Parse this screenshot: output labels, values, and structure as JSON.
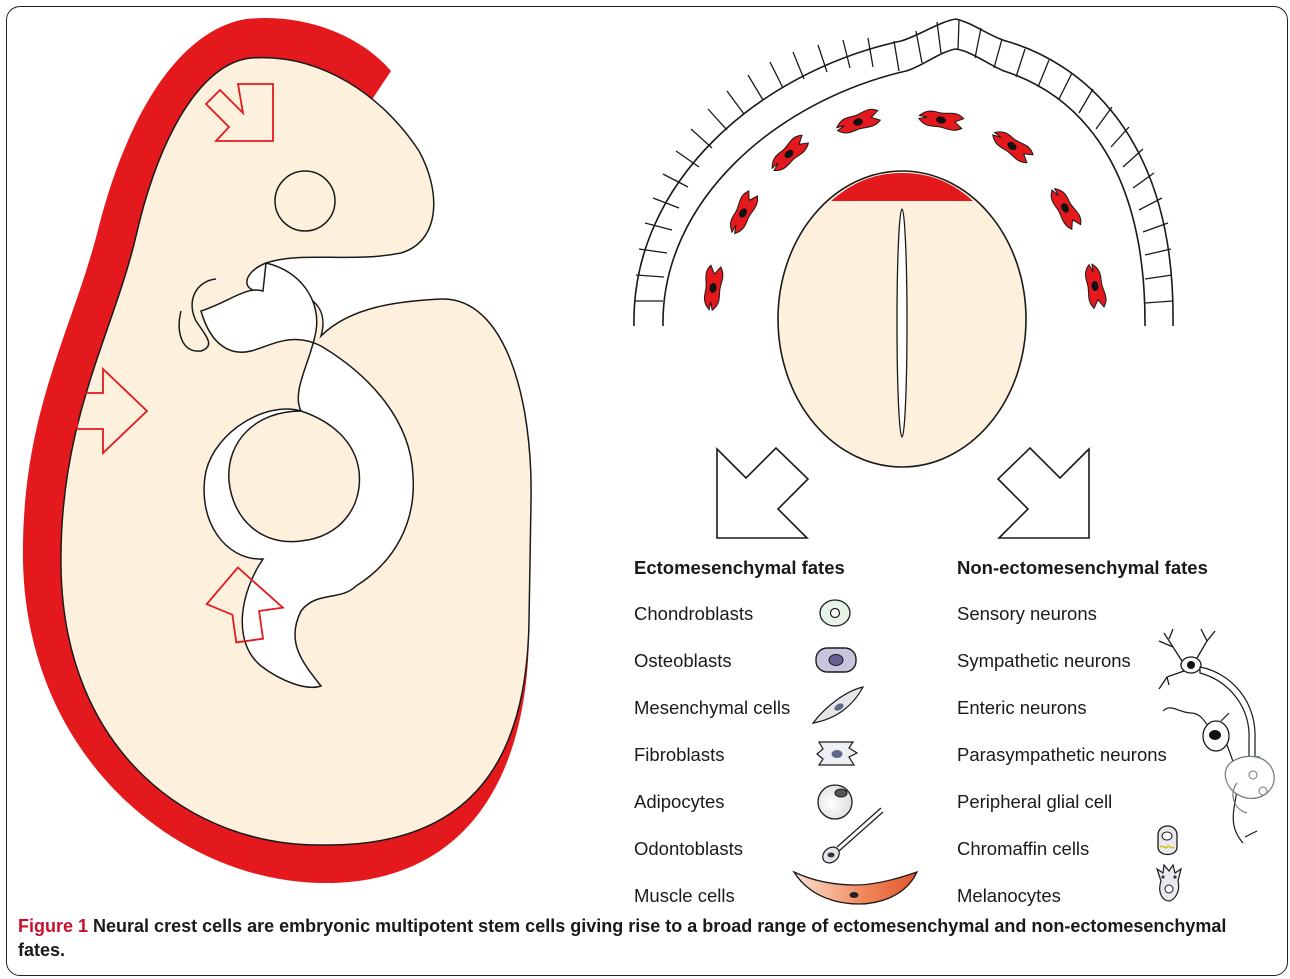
{
  "colors": {
    "neural_crest_red": "#e3191e",
    "tissue_cream": "#fdf1de",
    "outline": "#1a1a1a",
    "arrow_outline": "#e3191e",
    "caption_label": "#c8102e",
    "muscle_gradient": [
      "#fbe3d6",
      "#e8633a"
    ],
    "osteoblast": "#c9c3dd",
    "chondroblast": "#e7f3e7"
  },
  "fates": {
    "ecto": {
      "title": "Ectomesenchymal fates",
      "items": [
        {
          "label": "Chondroblasts",
          "icon": "chondroblast-icon"
        },
        {
          "label": "Osteoblasts",
          "icon": "osteoblast-icon"
        },
        {
          "label": "Mesenchymal cells",
          "icon": "mesenchymal-cell-icon"
        },
        {
          "label": "Fibroblasts",
          "icon": "fibroblast-icon"
        },
        {
          "label": "Adipocytes",
          "icon": "adipocyte-icon"
        },
        {
          "label": "Odontoblasts",
          "icon": "odontoblast-icon"
        },
        {
          "label": "Muscle cells",
          "icon": "muscle-cell-icon"
        }
      ]
    },
    "nonecto": {
      "title": "Non-ectomesenchymal fates",
      "items": [
        {
          "label": "Sensory neurons",
          "icon": "sensory-neuron-icon"
        },
        {
          "label": "Sympathetic neurons",
          "icon": "sympathetic-neuron-icon"
        },
        {
          "label": "Enteric neurons",
          "icon": "enteric-neuron-icon"
        },
        {
          "label": "Parasympathetic neurons",
          "icon": "parasympathetic-neuron-icon"
        },
        {
          "label": "Peripheral glial cell",
          "icon": "glial-cell-icon"
        },
        {
          "label": "Chromaffin cells",
          "icon": "chromaffin-cell-icon"
        },
        {
          "label": "Melanocytes",
          "icon": "melanocyte-icon"
        }
      ]
    }
  },
  "caption": {
    "label": "Figure 1",
    "text": "Neural crest cells are embryonic multipotent stem cells giving rise to a broad range of ectomesenchymal and non-ectomesenchymal fates."
  }
}
